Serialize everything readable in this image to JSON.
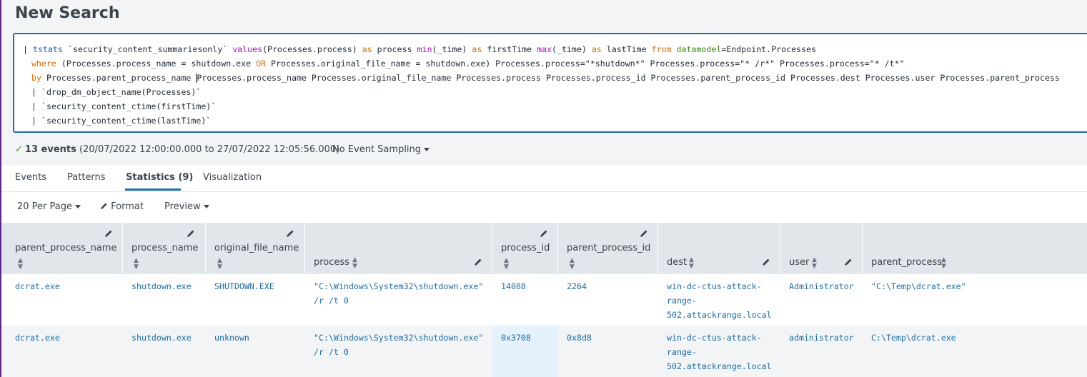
{
  "page": {
    "title": "New Search"
  },
  "search": {
    "line1": {
      "pipe": "| ",
      "tstats": "tstats",
      "macro": " `security_content_summariesonly` ",
      "values": "values",
      "values_arg": "(Processes.process) ",
      "as1": "as",
      "process": " process ",
      "min": "min",
      "min_arg": "(_time) ",
      "as2": "as",
      "firsttime": " firstTime ",
      "max": "max",
      "max_arg": "(_time) ",
      "as3": "as",
      "lasttime": " lastTime ",
      "from": "from",
      "space": " ",
      "datamodel": "datamodel",
      "dm_value": "=Endpoint.Processes"
    },
    "line2": {
      "where": "where",
      "cond1": " (Processes.process_name = shutdown.exe ",
      "or": "OR",
      "cond2": " Processes.original_file_name = shutdown.exe) Processes.process=\"*shutdown*\" Processes.process=\"* /r*\" Processes.process=\"* /t*\""
    },
    "line3": {
      "by": "by",
      "fields_a": " Processes.parent_process_name ",
      "fields_b": "Processes.process_name Processes.original_file_name Processes.process Processes.process_id Processes.parent_process_id Processes.dest Processes.user Processes.parent_process"
    },
    "line4": "| `drop_dm_object_name(Processes)`",
    "line5": "| `security_content_ctime(firstTime)`",
    "line6": "| `security_content_ctime(lastTime)`"
  },
  "status": {
    "check": "✓",
    "count": "13 events",
    "range": " (20/07/2022 12:00:00.000 to 27/07/2022 12:05:56.000)",
    "sampling": "No Event Sampling"
  },
  "tabs": [
    {
      "label": "Events"
    },
    {
      "label": "Patterns"
    },
    {
      "label": "Statistics (9)"
    },
    {
      "label": "Visualization"
    }
  ],
  "toolbar": {
    "per_page": "20 Per Page",
    "format": "Format",
    "preview": "Preview"
  },
  "table": {
    "columns": [
      {
        "label": "parent_process_name"
      },
      {
        "label": "process_name"
      },
      {
        "label": "original_file_name"
      },
      {
        "label": "process"
      },
      {
        "label": "process_id"
      },
      {
        "label": "parent_process_id"
      },
      {
        "label": "dest"
      },
      {
        "label": "user"
      },
      {
        "label": "parent_process"
      }
    ],
    "rows": [
      {
        "parent_process_name": "dcrat.exe",
        "process_name": "shutdown.exe",
        "original_file_name": "SHUTDOWN.EXE",
        "process": "\"C:\\Windows\\System32\\shutdown.exe\"\n/r /t 0",
        "process_id": "14088",
        "parent_process_id": "2264",
        "dest": "win-dc-ctus-attack-\nrange-\n502.attackrange.local",
        "user": "Administrator",
        "parent_process": "\"C:\\Temp\\dcrat.exe\""
      },
      {
        "parent_process_name": "dcrat.exe",
        "process_name": "shutdown.exe",
        "original_file_name": "unknown",
        "process": "\"C:\\Windows\\System32\\shutdown.exe\"\n/r /t 0",
        "process_id": "0x3708",
        "parent_process_id": "0x8d8",
        "dest": "win-dc-ctus-attack-\nrange-\n502.attackrange.local",
        "user": "administrator",
        "parent_process": "C:\\Temp\\dcrat.exe"
      }
    ]
  },
  "icons": {
    "pencil": "pencil-icon",
    "sort": "sort-icon",
    "caret": "caret-down-icon",
    "check": "check-icon"
  }
}
